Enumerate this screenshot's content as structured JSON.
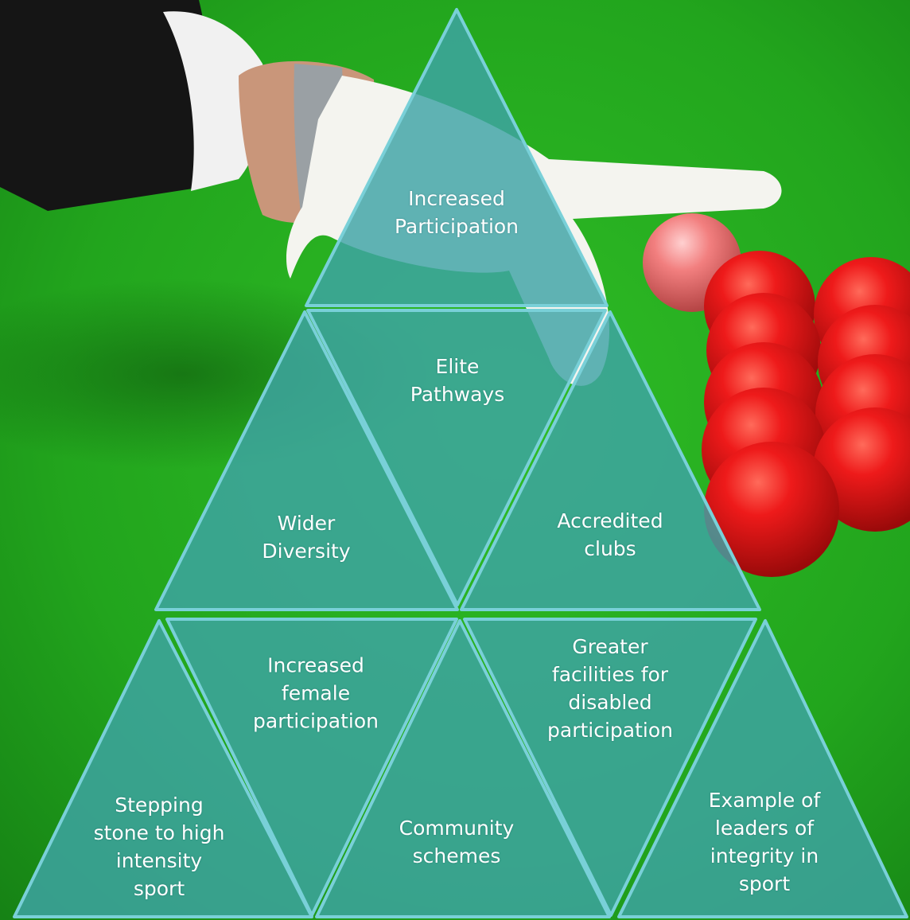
{
  "diagram": {
    "layers": {
      "top": [
        "Increased Participation"
      ],
      "middle": [
        "Wider Diversity",
        "Elite Pathways",
        "Accredited clubs"
      ],
      "bottom": [
        "Stepping stone to high intensity sport",
        "Increased female participation",
        "Community schemes",
        "Greater facilities for disabled participation",
        "Example of leaders of integrity in sport"
      ]
    }
  },
  "labels": {
    "t1": "Increased\nParticipation",
    "m_left": "Wider\nDiversity",
    "m_inv": "Elite\nPathways",
    "m_right": "Accredited\nclubs",
    "b1": "Stepping\nstone to high\nintensity\nsport",
    "b_inv1": "Increased\nfemale\nparticipation",
    "b2": "Community\nschemes",
    "b_inv2": "Greater\nfacilities for\ndisabled\nparticipation",
    "b3": "Example of\nleaders of\nintegrity in\nsport"
  },
  "colors": {
    "felt": "#22a61e",
    "panel_fill": "#3ea3a6",
    "panel_edge": "#79d0d8",
    "ball_red": "#e0121a"
  }
}
